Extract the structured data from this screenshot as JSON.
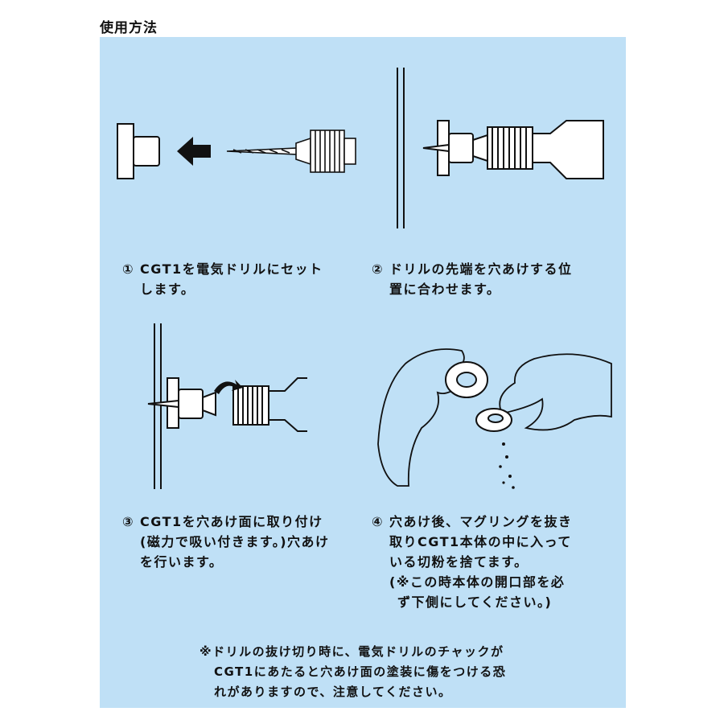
{
  "heading": "使用方法",
  "steps": [
    {
      "num": "①",
      "line1": "CGT1を電気ドリルにセット",
      "line2": "します。"
    },
    {
      "num": "②",
      "line1": "ドリルの先端を穴あけする位",
      "line2": "置に合わせます。"
    },
    {
      "num": "③",
      "line1": "CGT1を穴あけ面に取り付け",
      "line2": "(磁力で吸い付きます。)穴あけ",
      "line3": "を行います。"
    },
    {
      "num": "④",
      "line1": "穴あけ後、マグリングを抜き",
      "line2": "取りCGT1本体の中に入って",
      "line3": "いる切粉を捨てます。",
      "line4": "(※この時本体の開口部を必",
      "line5": "ず下側にしてください。)"
    }
  ],
  "note": {
    "line1": "※ドリルの抜け切り時に、電気ドリルのチャックが",
    "line2": "CGT1にあたると穴あけ面の塗装に傷をつける恐",
    "line3": "れがありますので、注意してください。"
  },
  "colors": {
    "panel": "#bfe0f6",
    "ink": "#111111",
    "part": "#ffffff"
  }
}
